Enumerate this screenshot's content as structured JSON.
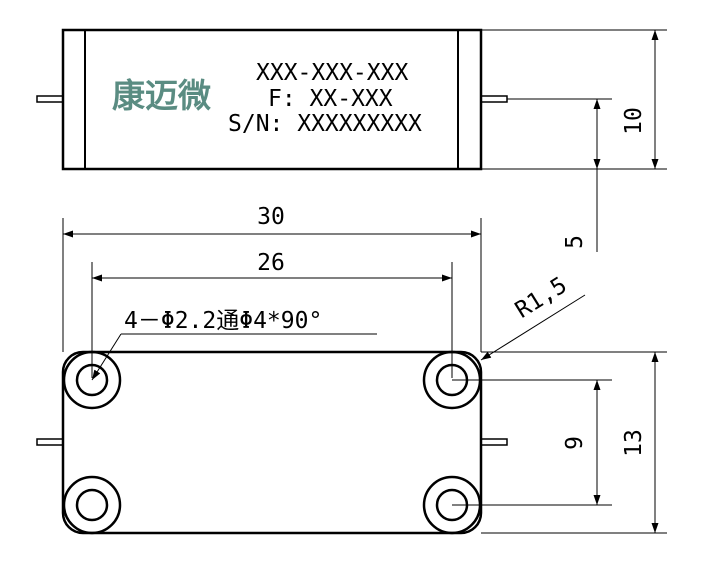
{
  "top_view": {
    "logo": "康迈微",
    "model": "XXX-XXX-XXX",
    "frequency": "F: XX-XXX",
    "serial": "S/N: XXXXXXXXX",
    "height_dim": "10",
    "pin_offset_dim": "5"
  },
  "bottom_view": {
    "overall_length_dim": "30",
    "hole_spacing_dim": "26",
    "hole_note": "4－Φ2.2通Φ4*90°",
    "corner_radius_note": "R1,5",
    "hole_vertical_spacing_dim": "9",
    "overall_width_dim": "13"
  },
  "colors": {
    "line": "#000000",
    "logo": "#5a8c82"
  }
}
